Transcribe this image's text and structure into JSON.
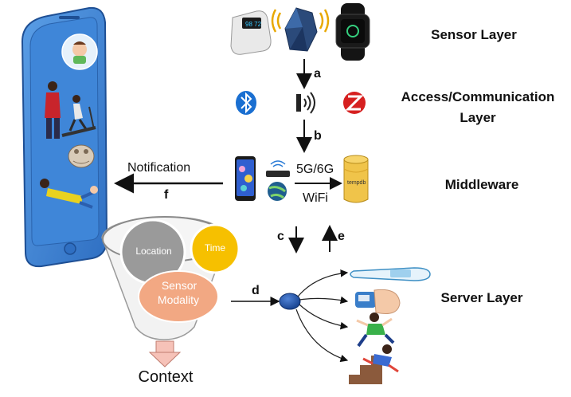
{
  "layers": {
    "sensor": "Sensor Layer",
    "access_line1": "Access/Communication",
    "access_line2": "Layer",
    "middleware": "Middleware",
    "server": "Server Layer"
  },
  "steps": {
    "a": "a",
    "b": "b",
    "c": "c",
    "d": "d",
    "e": "e",
    "f": "f"
  },
  "middleware": {
    "network_label": "5G/6G",
    "wifi_label": "WiFi",
    "db_label": "tempdb",
    "notification_label": "Notification"
  },
  "funnel": {
    "location_label": "Location",
    "time_label": "Time",
    "sensor_modality_line1": "Sensor",
    "sensor_modality_line2": "Modality",
    "output_label": "Context"
  },
  "icons": {
    "bluetooth": "bluetooth-icon",
    "zigbee": "zigbee-icon",
    "nfc": "nfc-wave-icon"
  },
  "colors": {
    "phone_body": "#4a8ad4",
    "phone_screen": "#3f86d8",
    "time_circle": "#f6c000",
    "sensor_circle": "#f2a883",
    "location_circle": "#9a9a9a",
    "server_node": "#1f4fa0",
    "bluetooth": "#1a6fd1",
    "zigbee": "#d62020",
    "db": "#f0c44a"
  }
}
